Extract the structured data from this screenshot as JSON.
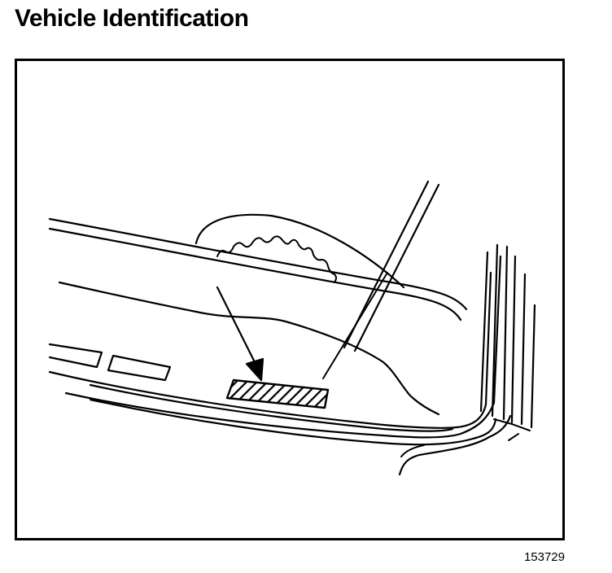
{
  "title": "Vehicle Identification",
  "figure_number": "153729",
  "illustration": {
    "stroke_color": "#000000",
    "label_hatch": "diagonal"
  }
}
